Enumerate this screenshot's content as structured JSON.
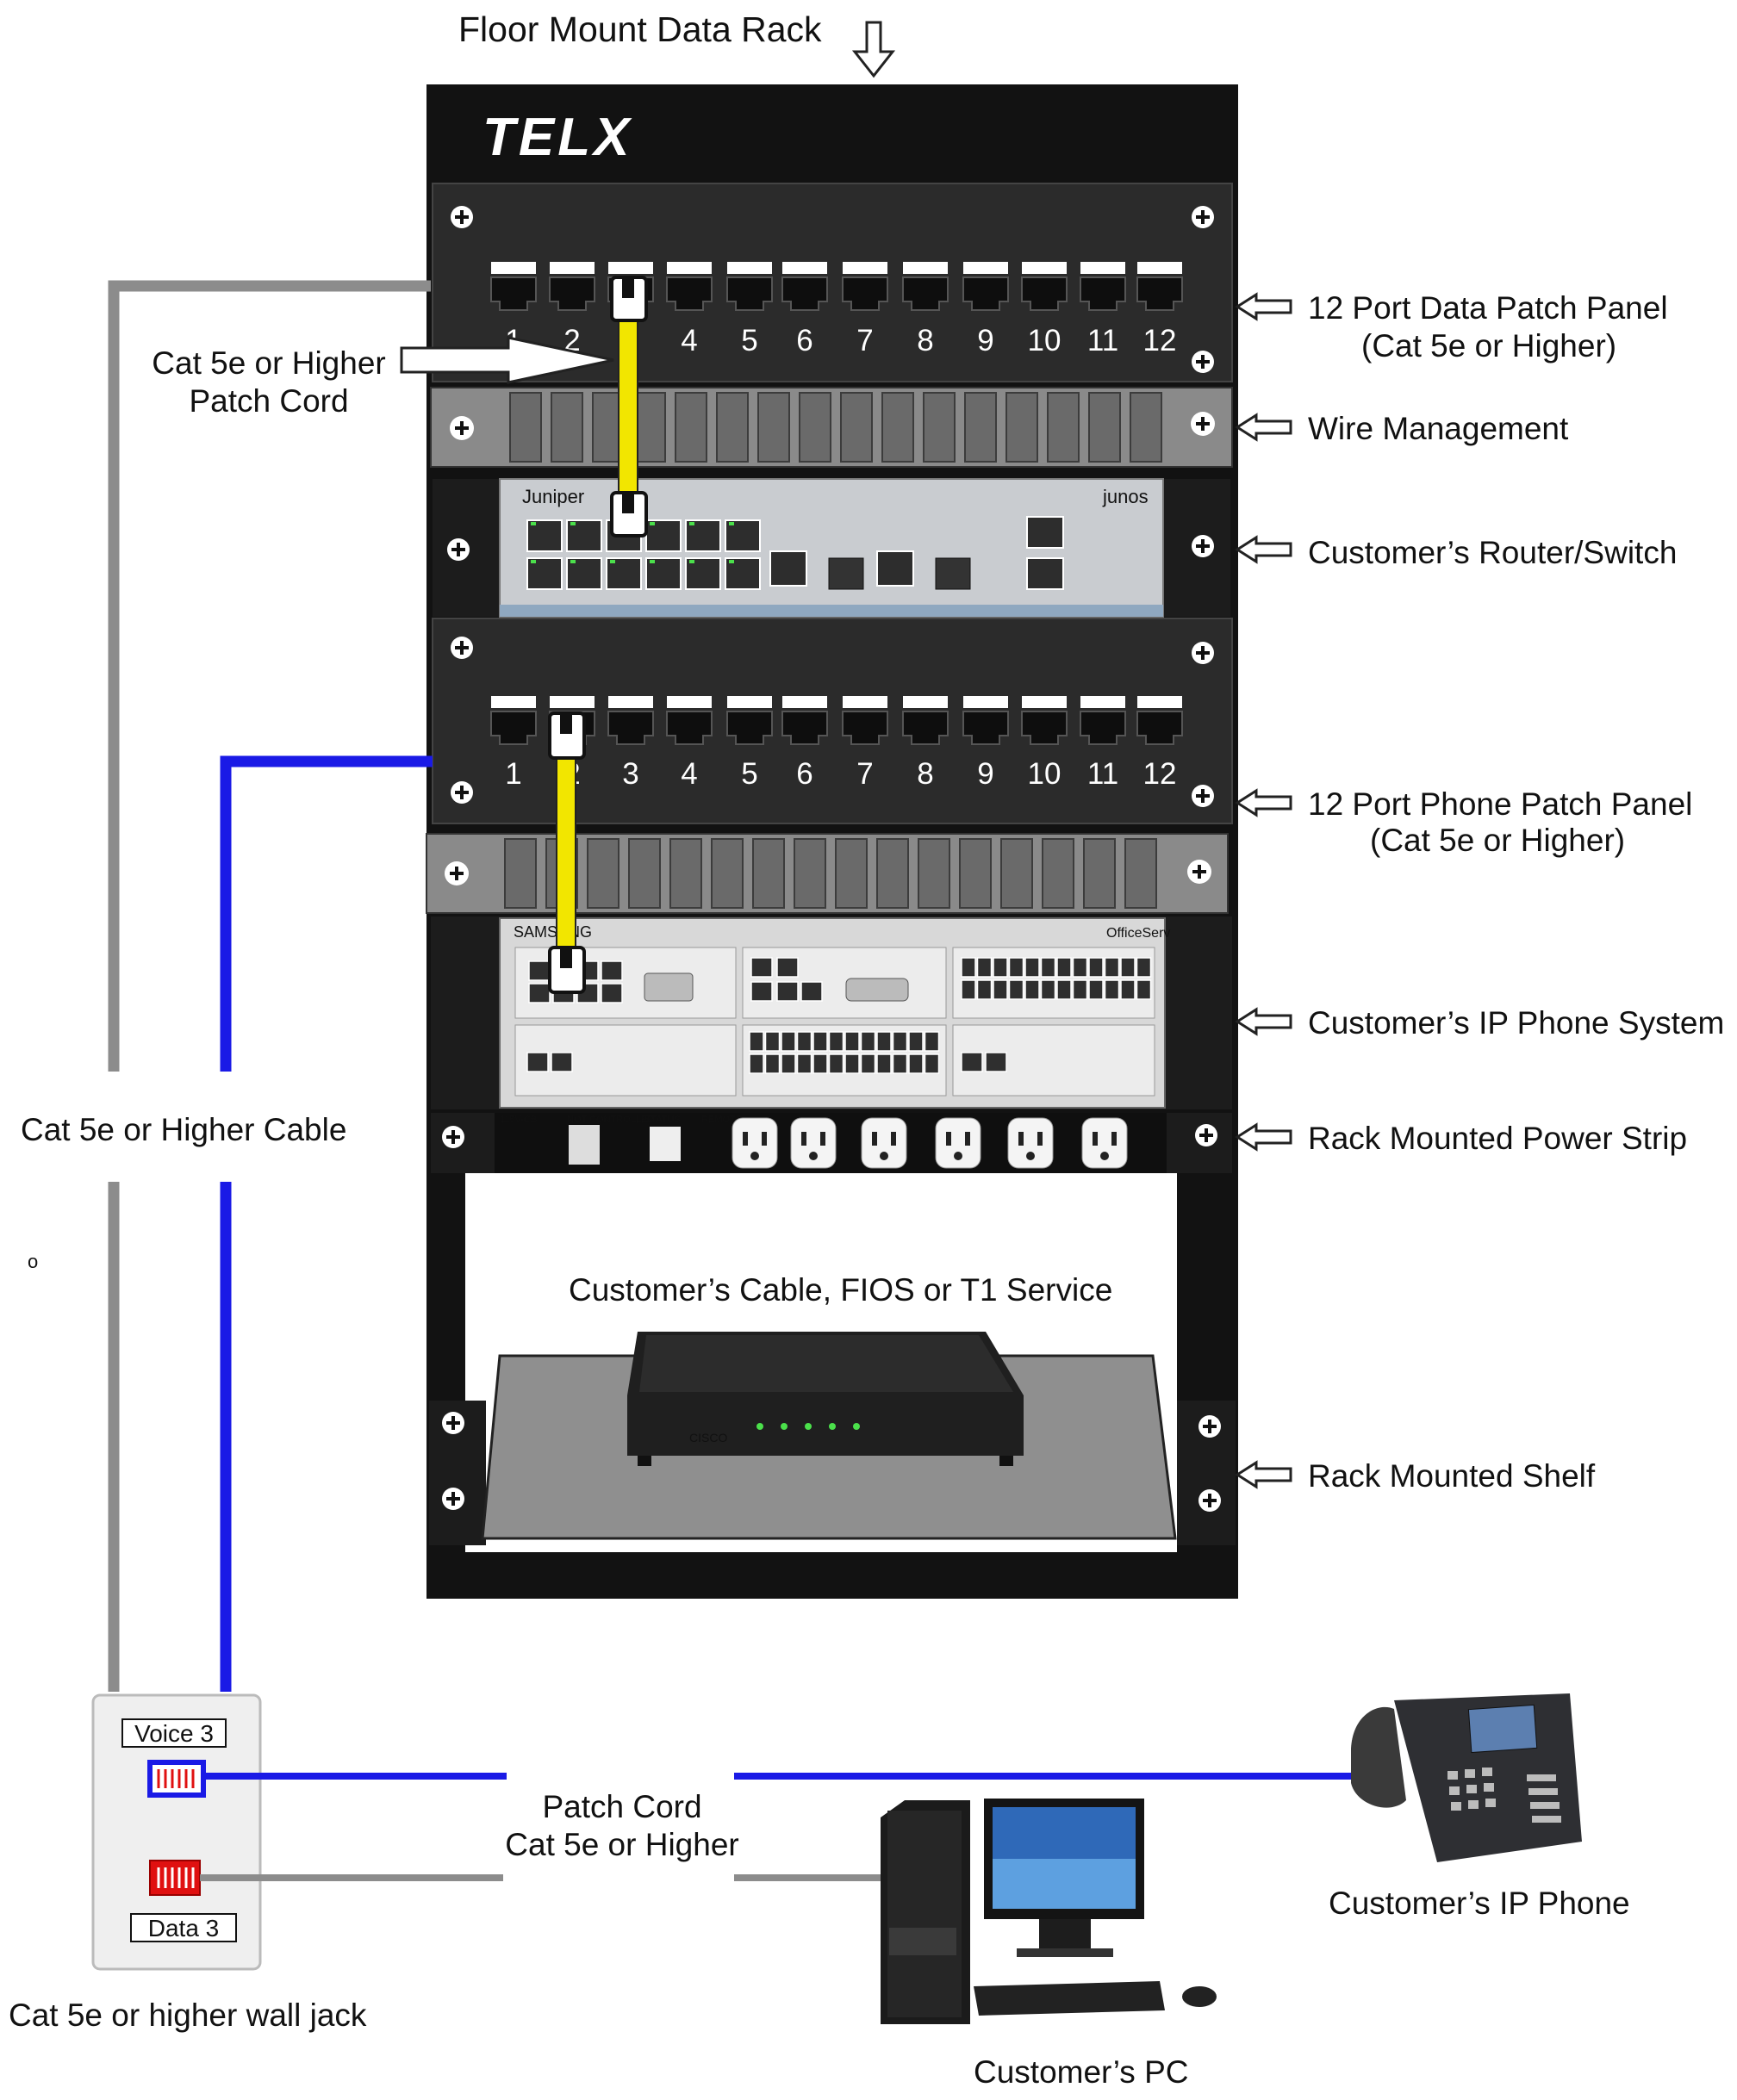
{
  "title": "Floor Mount Data Rack",
  "brand": "TELX",
  "rack_labels": {
    "data_panel_line1": "12 Port Data Patch Panel",
    "data_panel_line2": "(Cat 5e or Higher)",
    "wire_management": "Wire Management",
    "router_switch": "Customer’s Router/Switch",
    "phone_panel_line1": "12 Port Phone Patch Panel",
    "phone_panel_line2": "(Cat 5e or Higher)",
    "ip_phone_system": "Customer’s IP Phone System",
    "power_strip": "Rack Mounted Power Strip",
    "shelf": "Rack Mounted Shelf",
    "service": "Customer’s Cable, FIOS or T1 Service"
  },
  "patch_cord_label": {
    "line1": "Cat 5e or Higher",
    "line2": "Patch Cord"
  },
  "cable_label": "Cat 5e or Higher Cable",
  "small_mark": "o",
  "port_numbers": [
    "1",
    "2",
    "3",
    "4",
    "5",
    "6",
    "7",
    "8",
    "9",
    "10",
    "11",
    "12"
  ],
  "wall_jack": {
    "voice": "Voice 3",
    "data": "Data 3",
    "caption": "Cat 5e or higher wall jack"
  },
  "bottom_patch_cord": {
    "line1": "Patch Cord",
    "line2": "Cat 5e or Higher"
  },
  "devices": {
    "ip_phone": "Customer’s IP Phone",
    "pc": "Customer’s PC"
  },
  "colors": {
    "rack": "#121212",
    "panel": "#2b2b2b",
    "wire_mgmt": "#8a8a8a",
    "voice_cable": "#1a1ae6",
    "data_cable": "#8c8c8c",
    "patch_cord": "#f2e600",
    "jack_red": "#e01010",
    "shelf": "#8f8f8f"
  }
}
